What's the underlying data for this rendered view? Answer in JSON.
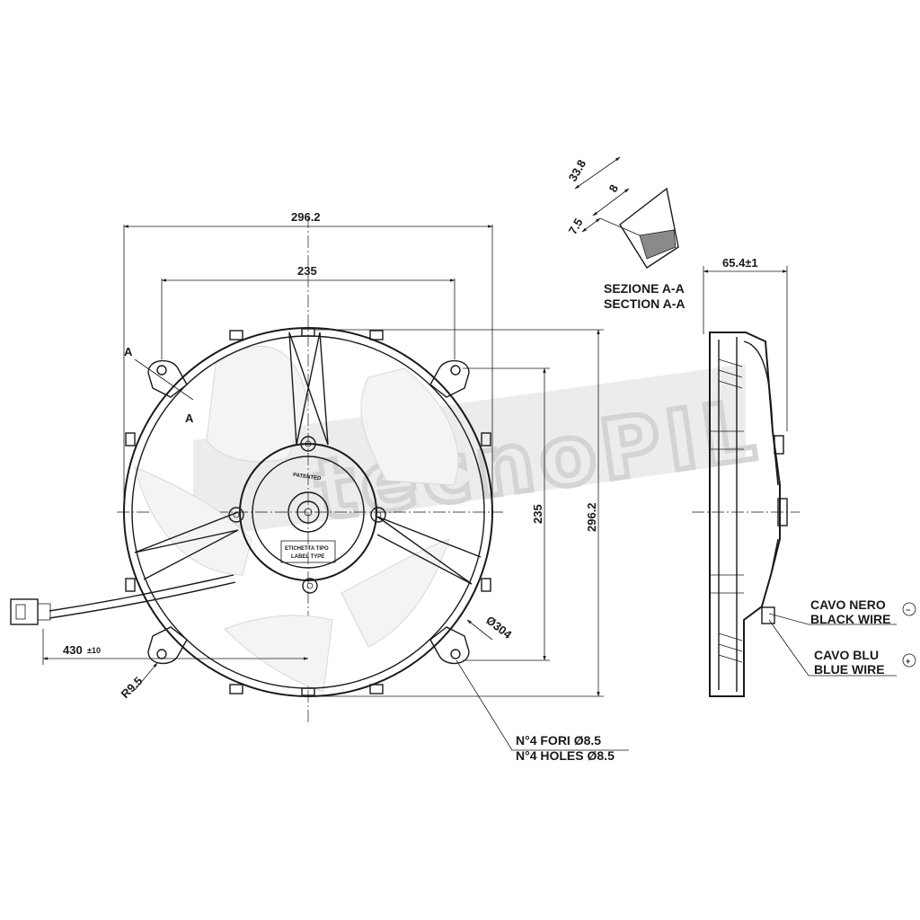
{
  "front_view": {
    "overall_width": "296.2",
    "hole_spacing_width": "235",
    "overall_height": "296.2",
    "hole_spacing_height": "235",
    "diameter": "Ø304",
    "cable_length": "430",
    "cable_tolerance": "±10",
    "radius": "R9.5",
    "section_marker": "A",
    "hub_label_top": "PATENTED",
    "label_it": "ETICHETTA TIPO",
    "label_en": "LABEL TYPE"
  },
  "holes_note": {
    "it": "N°4 FORI Ø8.5",
    "en": "N°4 HOLES Ø8.5"
  },
  "section": {
    "title_it": "SEZIONE A-A",
    "title_en": "SECTION A-A",
    "dim_total": "33.8",
    "dim_a": "8",
    "dim_b": "7.5"
  },
  "side_view": {
    "depth": "65.4±1"
  },
  "wires": {
    "black_it": "CAVO NERO",
    "black_en": "BLACK WIRE",
    "black_symbol": "−",
    "blue_it": "CAVO BLU",
    "blue_en": "BLUE WIRE",
    "blue_symbol": "+"
  },
  "watermark": "tecnoPIL"
}
